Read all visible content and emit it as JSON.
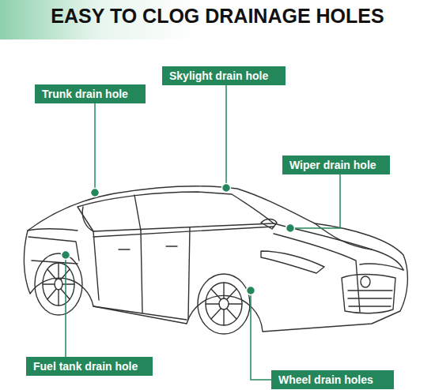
{
  "diagram": {
    "title": "EASY TO CLOG DRAINAGE HOLES",
    "nodes": [
      {
        "text": [
          "Trunk drain hole"
        ]
      },
      {
        "text": [
          "Skylight drain hole"
        ]
      },
      {
        "text": [
          "Wiper drain hole"
        ]
      },
      {
        "text": [
          "Fuel tank drain hole"
        ]
      },
      {
        "text": [
          "Wheel drain holes"
        ]
      }
    ]
  }
}
